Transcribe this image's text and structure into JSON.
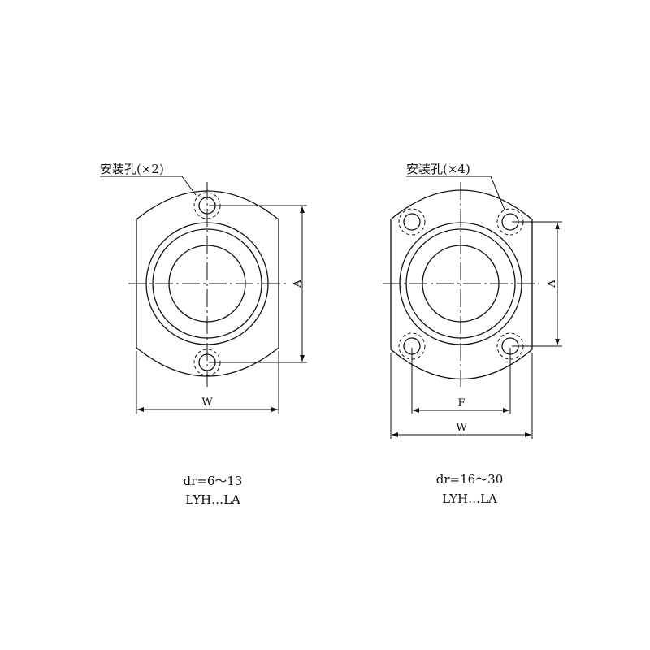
{
  "left_view": {
    "hole_label": "安装孔(×2)",
    "dim_a": "A",
    "dim_w": "W",
    "caption_range": "dr=6～13",
    "caption_model": "LYH…LA"
  },
  "right_view": {
    "hole_label": "安装孔(×4)",
    "dim_a": "A",
    "dim_f": "F",
    "dim_w": "W",
    "caption_range": "dr=16～30",
    "caption_model": "LYH…LA"
  }
}
